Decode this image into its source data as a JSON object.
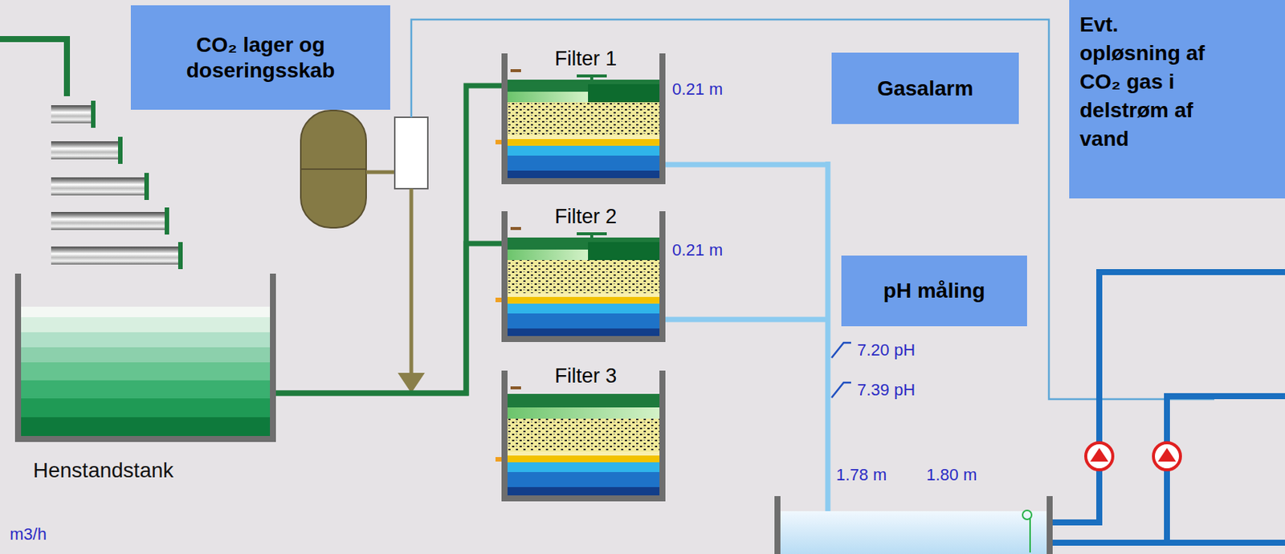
{
  "diagram": {
    "nodes": [
      {
        "text": [
          "CO₂ lager og doseringsskab"
        ]
      },
      {
        "text": [
          "Filter 1"
        ]
      },
      {
        "text": [
          "Gasalarm"
        ]
      },
      {
        "text": [
          "Evt. opløsning af CO₂ gas i delstrøm af vand"
        ]
      },
      {
        "text": [
          "Filter 2"
        ]
      },
      {
        "text": [
          "pH måling"
        ]
      },
      {
        "text": [
          "Filter 3"
        ]
      },
      {
        "text": [
          "Henstandstank"
        ]
      }
    ],
    "edges": [
      {
        "from": 7,
        "to": 1,
        "arrow": "none"
      },
      {
        "from": 7,
        "to": 4,
        "arrow": "none"
      }
    ],
    "labels": [
      "0.21 m",
      "0.21 m",
      "7.20 pH",
      "7.39 pH",
      "1.78 m",
      "1.80 m",
      "m3/h"
    ]
  }
}
